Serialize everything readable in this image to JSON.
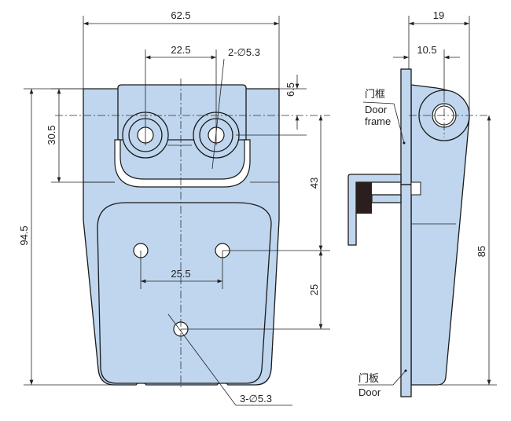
{
  "dimensions": {
    "overall_width": "62.5",
    "hinge_hole_spacing": "22.5",
    "hinge_holes": "2-∅5.3",
    "top_offset": "6.5",
    "hinge_height": "30.5",
    "overall_height": "94.5",
    "hole_vertical_spacing": "43",
    "lower_hole_spacing_v": "25",
    "lower_hole_spacing_h": "25.5",
    "mount_holes": "3-∅5.3",
    "side_depth": "19",
    "side_pin_offset": "10.5",
    "side_height": "85"
  },
  "labels": {
    "door_frame_cn": "门框",
    "door_frame_en1": "Door",
    "door_frame_en2": "frame",
    "door_cn": "门板",
    "door_en": "Door"
  },
  "colors": {
    "part_fill": "#bfd6ee",
    "rubber": "#2a1f1c"
  }
}
